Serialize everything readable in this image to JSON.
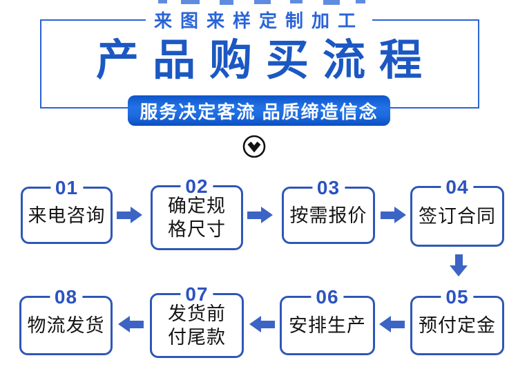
{
  "header": {
    "tagline": "来图来样定制加工",
    "title": "产品购买流程",
    "banner": "服务决定客流 品质缔造信念"
  },
  "colors": {
    "primary_blue": "#1c58c2",
    "frame_blue": "#2b62d2",
    "box_border_blue": "#2e57b6",
    "number_blue": "#2b52c0",
    "arrow_blue": "#3c64c4",
    "banner_gradient_top": "#0e55c9",
    "banner_gradient_bottom": "#0b4ec2",
    "banner_text": "#ffffff",
    "body_text": "#141414",
    "background": "#ffffff"
  },
  "flow": {
    "steps": [
      {
        "number": "01",
        "label": "来电咨询"
      },
      {
        "number": "02",
        "label": "确定规\n格尺寸"
      },
      {
        "number": "03",
        "label": "按需报价"
      },
      {
        "number": "04",
        "label": "签订合同"
      },
      {
        "number": "05",
        "label": "预付定金"
      },
      {
        "number": "06",
        "label": "安排生产"
      },
      {
        "number": "07",
        "label": "发货前\n付尾款"
      },
      {
        "number": "08",
        "label": "物流发货"
      }
    ]
  }
}
